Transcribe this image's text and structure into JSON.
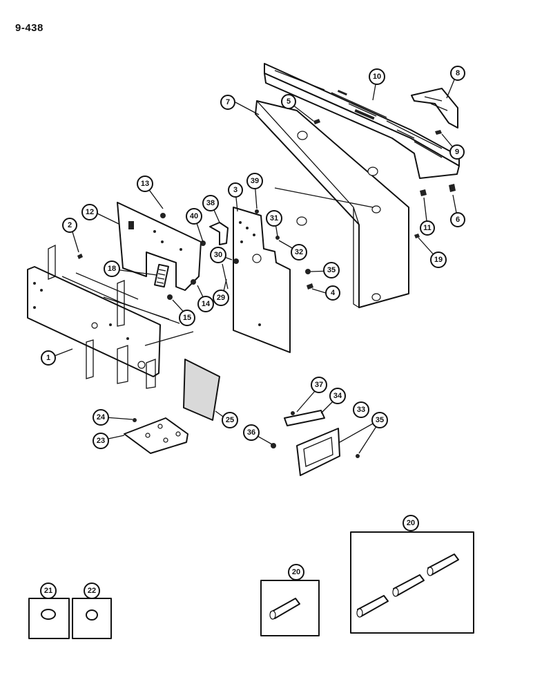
{
  "page_number": "9-438",
  "callouts": {
    "c1": "1",
    "c2": "2",
    "c3": "3",
    "c4": "4",
    "c5": "5",
    "c6": "6",
    "c7": "7",
    "c8": "8",
    "c9": "9",
    "c10": "10",
    "c11": "11",
    "c12": "12",
    "c13": "13",
    "c14": "14",
    "c15": "15",
    "c18": "18",
    "c19": "19",
    "c20a": "20",
    "c20b": "20",
    "c21": "21",
    "c22": "22",
    "c23": "23",
    "c24": "24",
    "c25": "25",
    "c29": "29",
    "c30": "30",
    "c31": "31",
    "c32": "32",
    "c33": "33",
    "c34": "34",
    "c35a": "35",
    "c35b": "35",
    "c36": "36",
    "c37": "37",
    "c38": "38",
    "c39": "39",
    "c40": "40"
  }
}
